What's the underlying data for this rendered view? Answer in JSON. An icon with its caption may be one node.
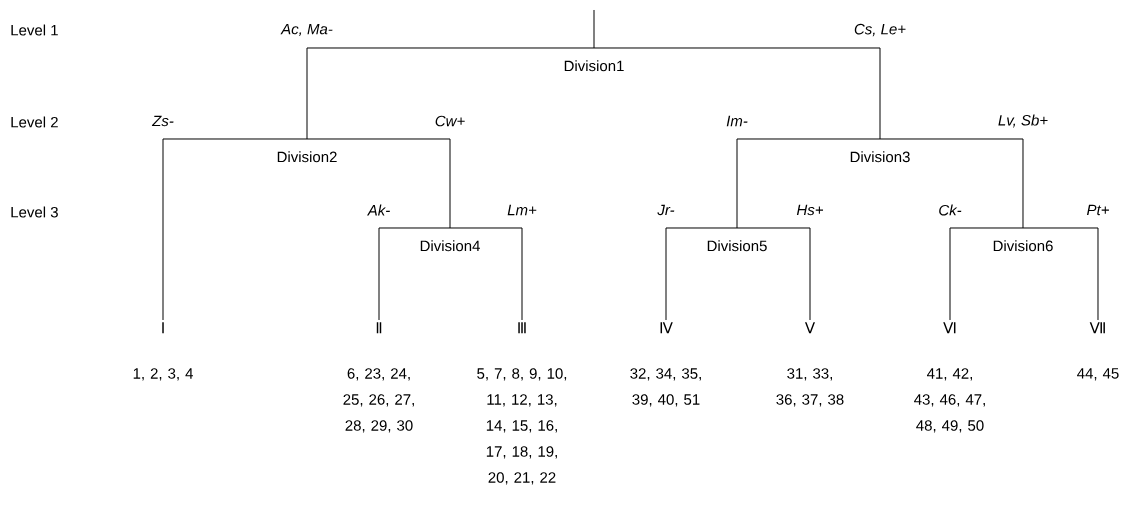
{
  "diagram": {
    "nodes": [
      {
        "text": [
          "Division1"
        ]
      },
      {
        "text": [
          "Division2"
        ]
      },
      {
        "text": [
          "Division3"
        ]
      },
      {
        "text": [
          "Division4"
        ]
      },
      {
        "text": [
          "Division5"
        ]
      },
      {
        "text": [
          "Division6"
        ]
      },
      {
        "text": [
          "Ⅰ"
        ],
        "beside": [
          "1, 2, 3, 4"
        ]
      },
      {
        "text": [
          "Ⅱ"
        ],
        "beside": [
          "6, 23, 24, 25, 26, 27, 28, 29, 30"
        ]
      },
      {
        "text": [
          "Ⅲ"
        ],
        "beside": [
          "5, 7, 8, 9, 10, 11, 12, 13, 14, 15, 16, 17, 18, 19, 20, 21, 22"
        ]
      },
      {
        "text": [
          "Ⅳ"
        ],
        "beside": [
          "32, 34, 35, 39, 40, 51"
        ]
      },
      {
        "text": [
          "Ⅴ"
        ],
        "beside": [
          "31, 33, 36, 37, 38"
        ]
      },
      {
        "text": [
          "Ⅵ"
        ],
        "beside": [
          "41, 42, 43, 46, 47, 48, 49, 50"
        ]
      },
      {
        "text": [
          "Ⅶ"
        ],
        "beside": [
          "44, 45"
        ]
      }
    ],
    "edges": [
      {
        "from": null,
        "to": 0,
        "arrow": "none"
      },
      {
        "from": 0,
        "to": 1,
        "arrow": "none",
        "label": "Ac, Ma-"
      },
      {
        "from": 0,
        "to": 2,
        "arrow": "none",
        "label": "Cs, Le+"
      },
      {
        "from": 1,
        "to": 6,
        "arrow": "none",
        "label": "Zs-"
      },
      {
        "from": 1,
        "to": 3,
        "arrow": "none",
        "label": "Cw+"
      },
      {
        "from": 2,
        "to": 4,
        "arrow": "none",
        "label": "Im-"
      },
      {
        "from": 2,
        "to": 5,
        "arrow": "none",
        "label": "Lv, Sb+"
      },
      {
        "from": 3,
        "to": 7,
        "arrow": "none",
        "label": "Ak-"
      },
      {
        "from": 3,
        "to": 8,
        "arrow": "none",
        "label": "Lm+"
      },
      {
        "from": 4,
        "to": 9,
        "arrow": "none",
        "label": "Jr-"
      },
      {
        "from": 4,
        "to": 10,
        "arrow": "none",
        "label": "Hs+"
      },
      {
        "from": 5,
        "to": 11,
        "arrow": "none",
        "label": "Ck-"
      },
      {
        "from": 5,
        "to": 12,
        "arrow": "none",
        "label": "Pt+"
      }
    ],
    "labels": [
      "Level 1",
      "Level 2",
      "Level 3"
    ]
  }
}
